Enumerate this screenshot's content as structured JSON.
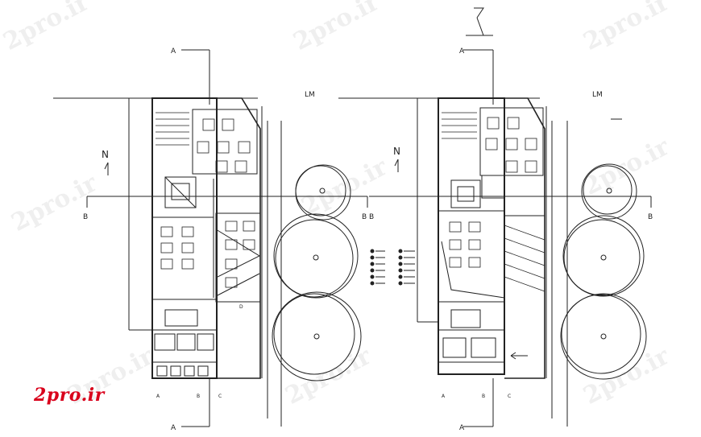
{
  "watermark": "2pro.ir",
  "logo": "2pro.ir",
  "labels": {
    "section_a": "A",
    "section_b": "B",
    "north": "N",
    "lm": "LM",
    "grid_a": "A",
    "grid_b": "B",
    "grid_c": "C",
    "grid_d": "D"
  },
  "colors": {
    "line": "#222222",
    "brand": "#d9001b",
    "watermark": "#bfbfbf"
  }
}
